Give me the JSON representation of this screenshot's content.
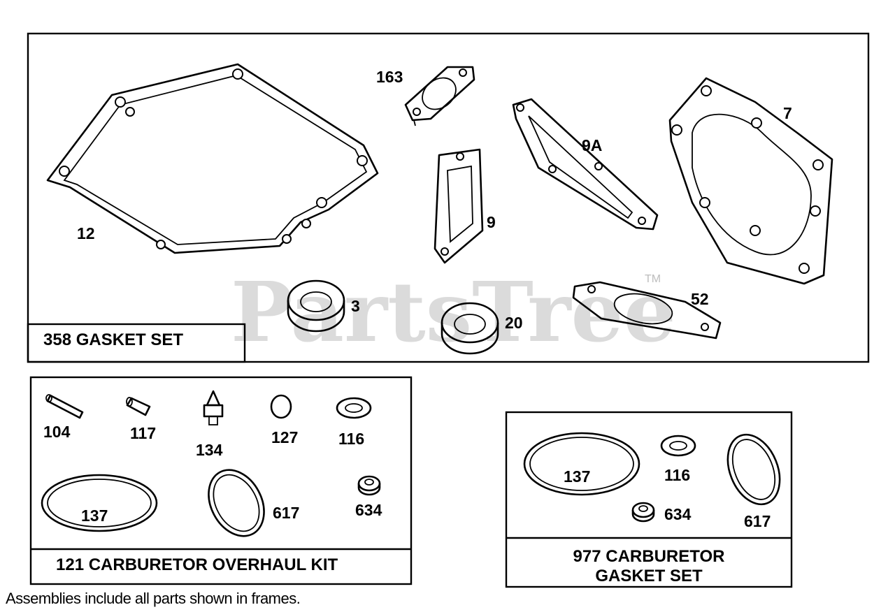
{
  "watermark": {
    "brand": "PartsTree",
    "trademark": "TM"
  },
  "kits": {
    "gasket_set": {
      "title": "358 GASKET SET",
      "parts": [
        "12",
        "163",
        "9",
        "9A",
        "7",
        "3",
        "20",
        "52"
      ]
    },
    "carb_overhaul": {
      "title": "121 CARBURETOR OVERHAUL KIT",
      "parts": [
        "104",
        "117",
        "134",
        "127",
        "116",
        "137",
        "617",
        "634"
      ]
    },
    "carb_gasket": {
      "title_line1": "977 CARBURETOR",
      "title_line2": "GASKET SET",
      "parts": [
        "137",
        "116",
        "634",
        "617"
      ]
    }
  },
  "footnote": "Assemblies include all parts shown in frames."
}
